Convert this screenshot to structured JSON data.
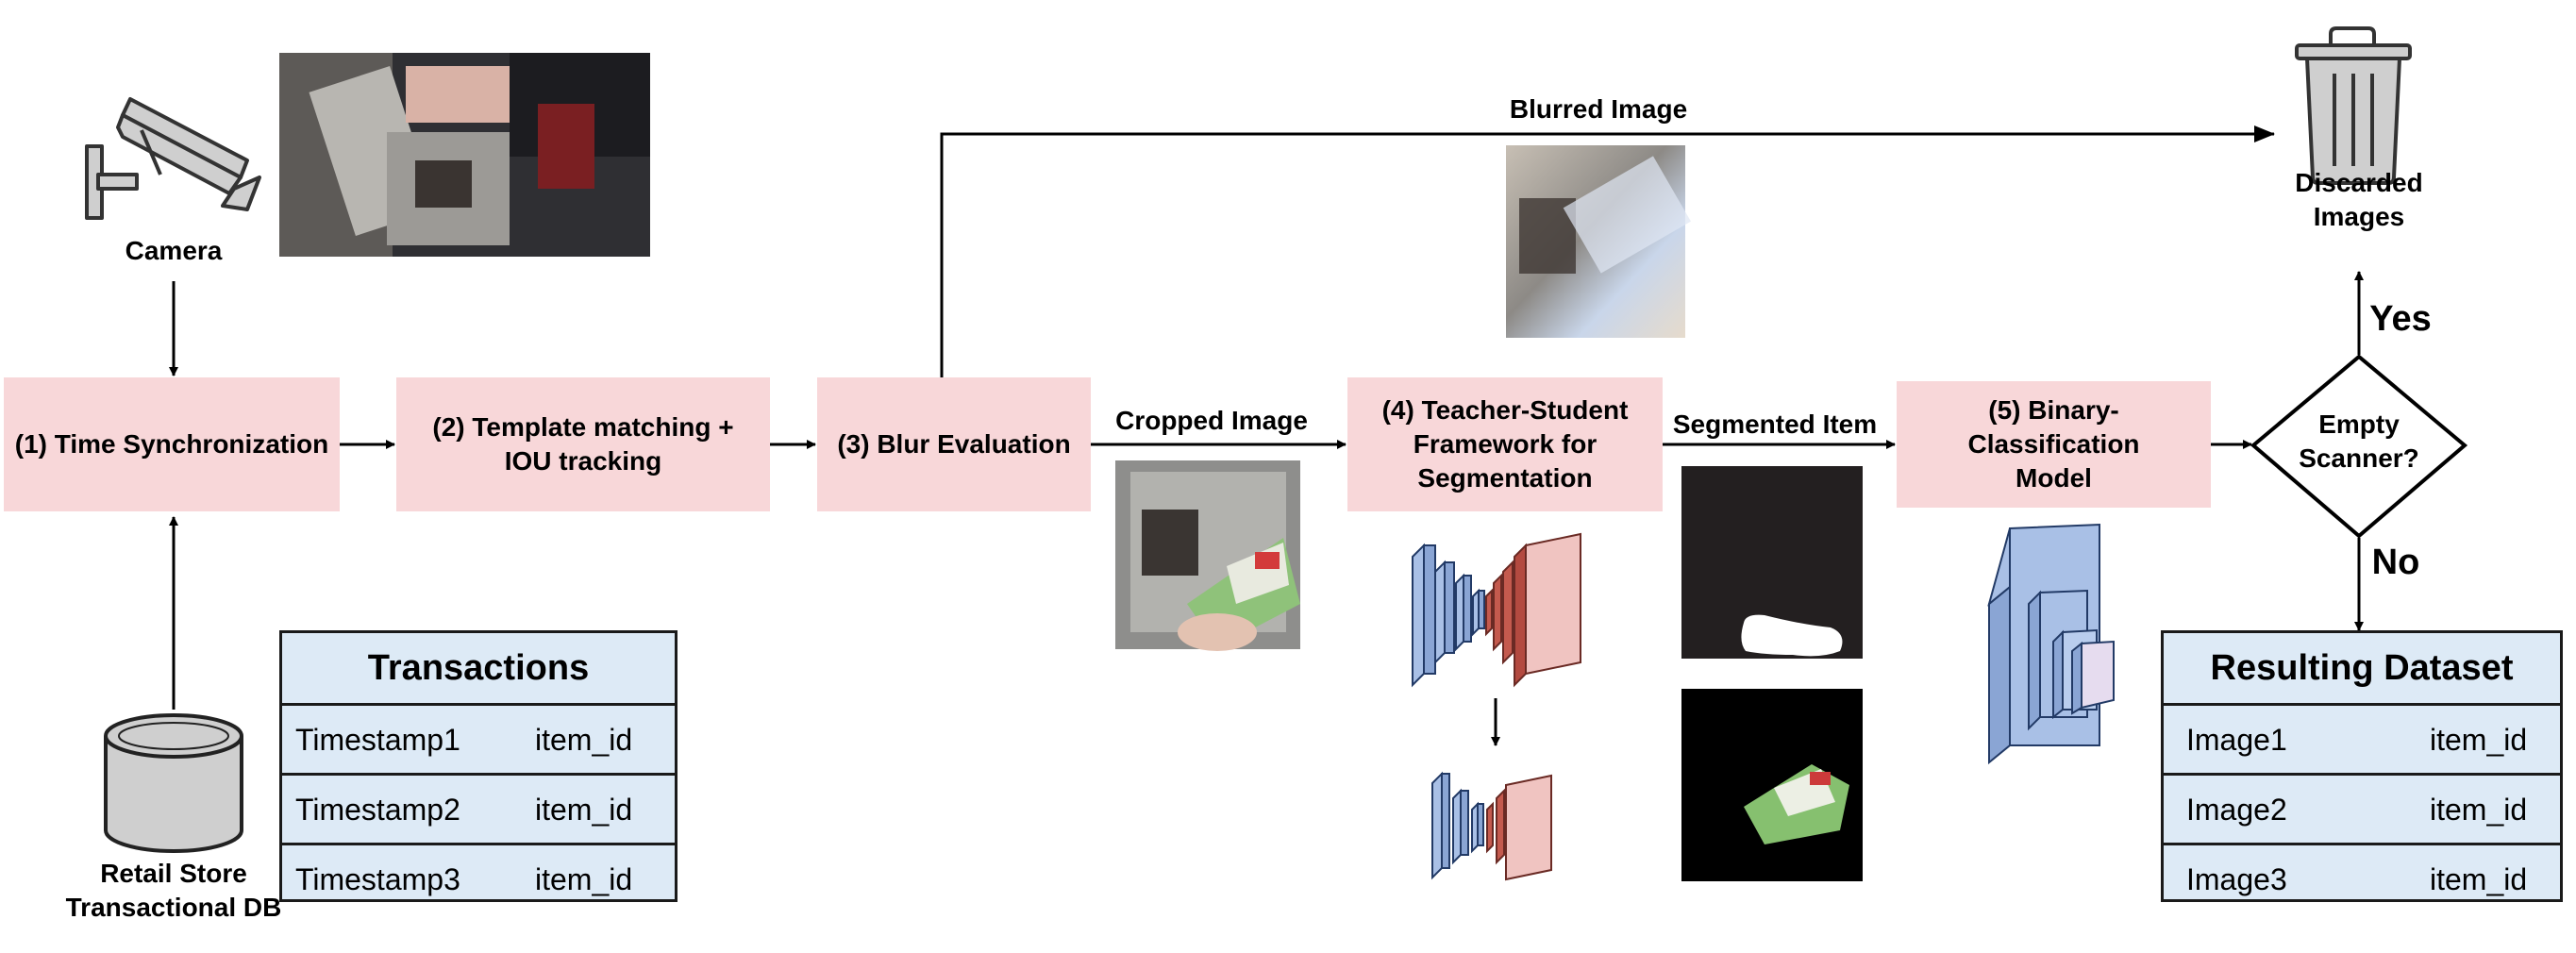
{
  "camera": {
    "label": "Camera"
  },
  "database": {
    "label": "Retail Store\nTransactional DB"
  },
  "steps": {
    "time_sync": "(1) Time Synchronization",
    "template_matching": "(2) Template matching +\nIOU tracking",
    "blur_eval": "(3) Blur Evaluation",
    "segmentation": "(4) Teacher-Student\nFramework for\nSegmentation",
    "binary_cls": "(5) Binary-Classification\nModel"
  },
  "edges": {
    "blurred_image": "Blurred Image",
    "cropped_image": "Cropped Image",
    "segmented_item": "Segmented Item",
    "yes": "Yes",
    "no": "No"
  },
  "decision": {
    "label": "Empty\nScanner?"
  },
  "discarded": {
    "label": "Discarded\nImages"
  },
  "transactions": {
    "title": "Transactions",
    "rows": [
      [
        "Timestamp1",
        "item_id"
      ],
      [
        "Timestamp2",
        "item_id"
      ],
      [
        "Timestamp3",
        "item_id"
      ]
    ]
  },
  "dataset": {
    "title": "Resulting Dataset",
    "rows": [
      [
        "Image1",
        "item_id"
      ],
      [
        "Image2",
        "item_id"
      ],
      [
        "Image3",
        "item_id"
      ]
    ]
  },
  "colors": {
    "process_box": "#f8d7d9",
    "table_fill": "#ddeaf6",
    "net_blue": "#a9c0e6",
    "net_red": "#f0c4c1",
    "arrow": "#000000"
  }
}
